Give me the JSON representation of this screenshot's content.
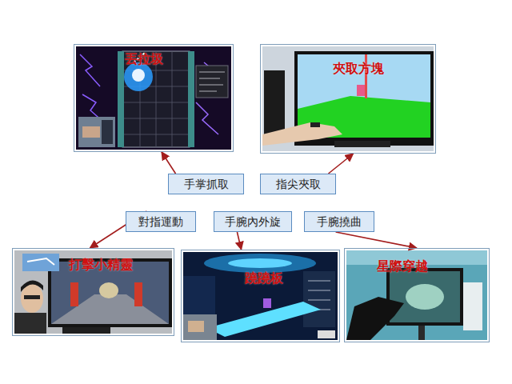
{
  "diagram": {
    "nodes": [
      {
        "text": [
          "丟拉圾"
        ]
      },
      {
        "text": [
          "夾取方塊"
        ]
      },
      {
        "text": [
          "手掌抓取"
        ]
      },
      {
        "text": [
          "指尖夾取"
        ]
      },
      {
        "text": [
          "對指運動"
        ]
      },
      {
        "text": [
          "手腕內外旋"
        ]
      },
      {
        "text": [
          "手腕撓曲"
        ]
      },
      {
        "text": [
          "打擊小精靈"
        ]
      },
      {
        "text": [
          "蹺蹺板"
        ]
      },
      {
        "text": [
          "星際穿越"
        ]
      }
    ],
    "edges": [
      {
        "from": 2,
        "to": 0,
        "arrow": "to"
      },
      {
        "from": 3,
        "to": 1,
        "arrow": "to"
      },
      {
        "from": 4,
        "to": 7,
        "arrow": "to"
      },
      {
        "from": 5,
        "to": 8,
        "arrow": "to"
      },
      {
        "from": 6,
        "to": 9,
        "arrow": "to"
      }
    ]
  }
}
